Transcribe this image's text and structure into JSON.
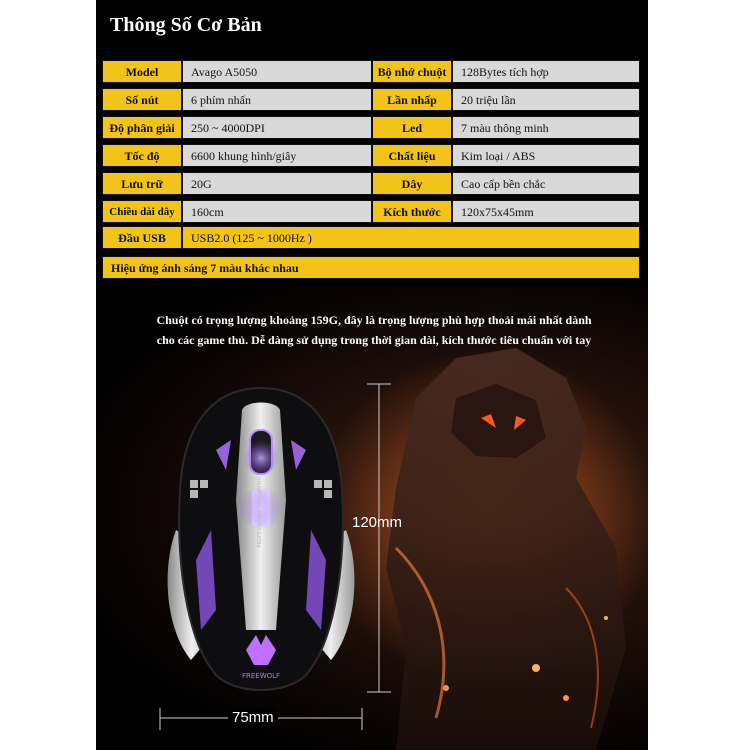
{
  "title": "Thông Số Cơ Bản",
  "specs": [
    {
      "label": "Model",
      "value": "Avago A5050",
      "label2": "Bộ nhớ chuột",
      "value2": "128Bytes tích hợp"
    },
    {
      "label": "Số nút",
      "value": "6 phím nhấn",
      "label2": "Lần nhấp",
      "value2": "20 triệu lần"
    },
    {
      "label": "Độ phân giải",
      "value": "250 ~ 4000DPI",
      "label2": "Led",
      "value2": "7 màu thông minh"
    },
    {
      "label": "Tốc độ",
      "value": "6600 khung hình/giây",
      "label2": "Chất liệu",
      "value2": "Kim loại / ABS"
    },
    {
      "label": "Lưu trữ",
      "value": "20G",
      "label2": "Dây",
      "value2": "Cao cấp bền chắc"
    },
    {
      "label": "Chiều dài dây",
      "value": "160cm",
      "label2": "Kích thước",
      "value2": "120x75x45mm"
    }
  ],
  "usb": {
    "label": "Đầu USB",
    "value": "USB2.0 (125 ~ 1000Hz )"
  },
  "effect": "Hiệu ứng ánh sáng 7 màu khác nhau",
  "description": {
    "line1": "Chuột có trọng lượng khoảng 159G, đây là trọng lượng phù hợp thoải mái nhất dành",
    "line2": "cho các game thủ. Dễ dàng sử dụng trong thời gian dài, kích thước tiêu chuẩn với tay"
  },
  "dimensions": {
    "height": "120mm",
    "width": "75mm"
  },
  "mouse": {
    "brand_text": "PROFESSIONAL FPS GAMING",
    "logo_text": "FREEWOLF"
  },
  "colors": {
    "yellow": "#f2c319",
    "gray": "#d9d9d9",
    "led": "#b070ff"
  }
}
